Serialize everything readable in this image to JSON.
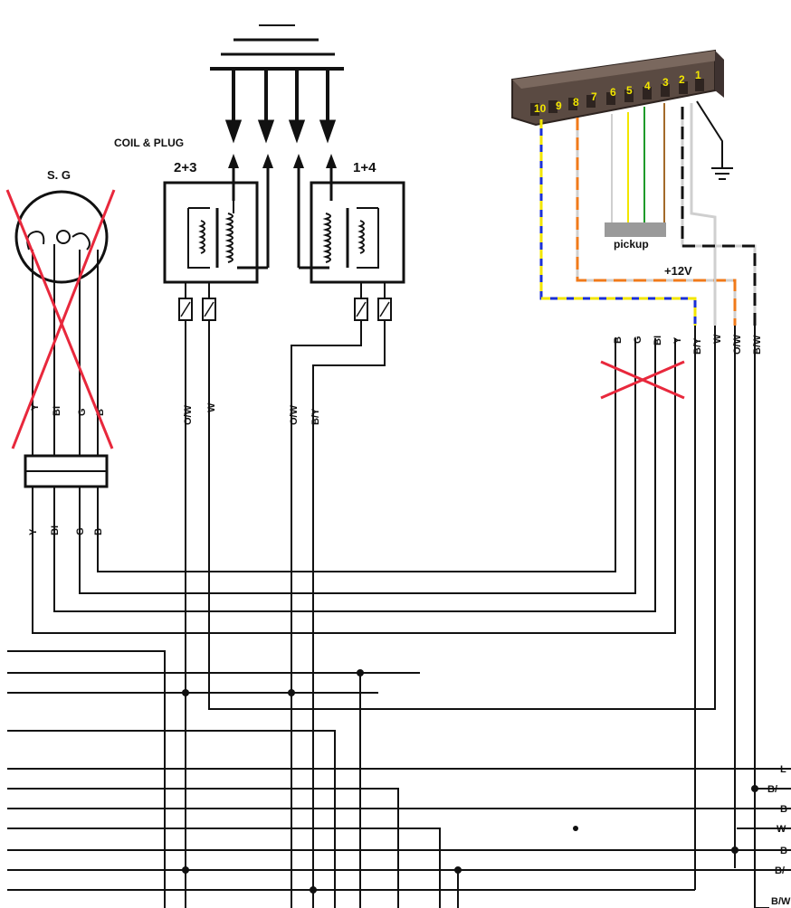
{
  "labels": {
    "sg": "S. G",
    "coil_plug": "COIL & PLUG",
    "coil_left": "2+3",
    "coil_right": "1+4",
    "plus12v": "+12V",
    "pickup": "pickup"
  },
  "sg_wires_upper": [
    "Y",
    "BI",
    "G",
    "B"
  ],
  "sg_wires_lower": [
    "Y",
    "BI",
    "G",
    "B"
  ],
  "coil_left_wires": [
    "O/W",
    "W"
  ],
  "coil_right_wires": [
    "O/W",
    "B/Y"
  ],
  "ignitor_wires": [
    "B",
    "G",
    "BI",
    "Y",
    "B/Y",
    "W",
    "O/W",
    "B/W"
  ],
  "connector_pins": [
    "10",
    "9",
    "8",
    "7",
    "6",
    "5",
    "4",
    "3",
    "2",
    "1"
  ],
  "right_edge_labels": [
    "L",
    "B/",
    "B",
    "W",
    "B",
    "B/",
    "B/W"
  ],
  "colors": {
    "wire_black": "#111111",
    "cross_red": "#e8283c",
    "pin_yellow": "#f2e600",
    "blue": "#1a2fd6",
    "yellow": "#f2e600",
    "orange": "#f07a1a",
    "gray": "#cfcfcf",
    "green": "#1e9a2a",
    "brown": "#a36a2a",
    "connector_body": "#5a4a42"
  }
}
